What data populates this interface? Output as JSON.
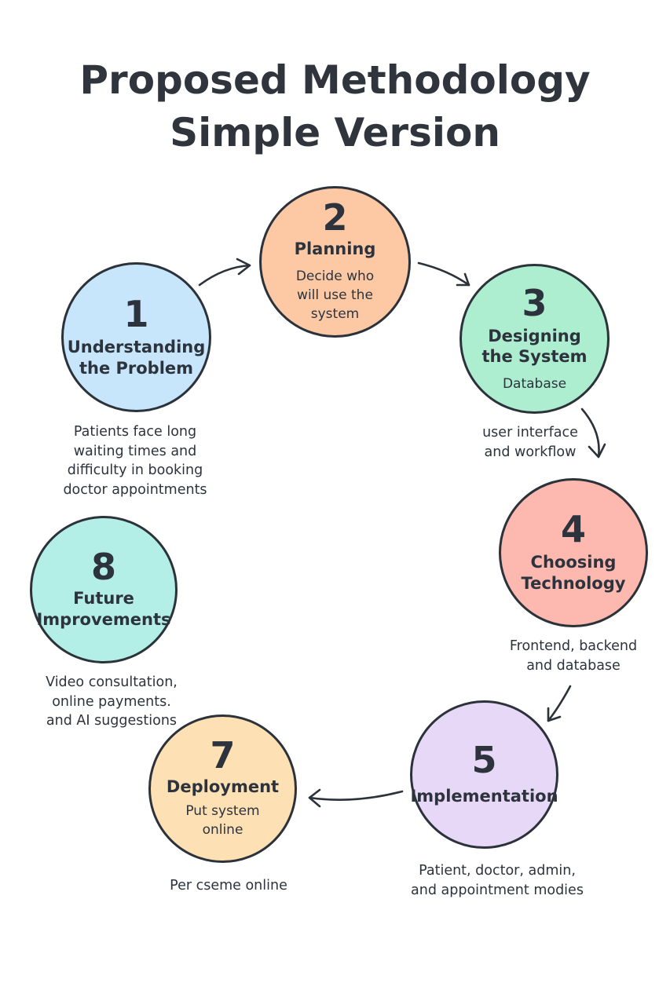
{
  "title": {
    "line1": "Proposed Methodology",
    "line2": "Simple Version"
  },
  "colors": {
    "outline": "#2c323a",
    "step1": "#c7e6fb",
    "step2": "#fdc9a5",
    "step3": "#aeeed0",
    "step4": "#fdb8b0",
    "step5": "#e8d8f7",
    "step7": "#fde0b4",
    "step8": "#b3efe6"
  },
  "steps": {
    "s1": {
      "number": "1",
      "name_line1": "Understanding",
      "name_line2": "the Problem"
    },
    "s2": {
      "number": "2",
      "name": "Planning",
      "inner_line1": "Decide who",
      "inner_line2": "will use the",
      "inner_line3": "system"
    },
    "s3": {
      "number": "3",
      "name_line1": "Designing",
      "name_line2": "the System",
      "inner": "Database"
    },
    "s4": {
      "number": "4",
      "name_line1": "Choosing",
      "name_line2": "Technology"
    },
    "s5": {
      "number": "5",
      "name": "Implementation"
    },
    "s7": {
      "number": "7",
      "name": "Deployment",
      "inner_line1": "Put system",
      "inner_line2": "online"
    },
    "s8": {
      "number": "8",
      "name_line1": "Future",
      "name_line2": "Improvements"
    }
  },
  "notes": {
    "n1": [
      "Patients face long",
      "waiting times and",
      "difficulty in booking",
      "doctor appointments"
    ],
    "n3": [
      "user interface",
      "and workflow"
    ],
    "n4": [
      "Frontend, backend",
      "and database"
    ],
    "n5": [
      "Patient, doctor, admin,",
      "and appointment modies"
    ],
    "n7": [
      "Per cseme online"
    ],
    "n8": [
      "Video consultation,",
      "online payments.",
      "and AI suggestions"
    ]
  }
}
